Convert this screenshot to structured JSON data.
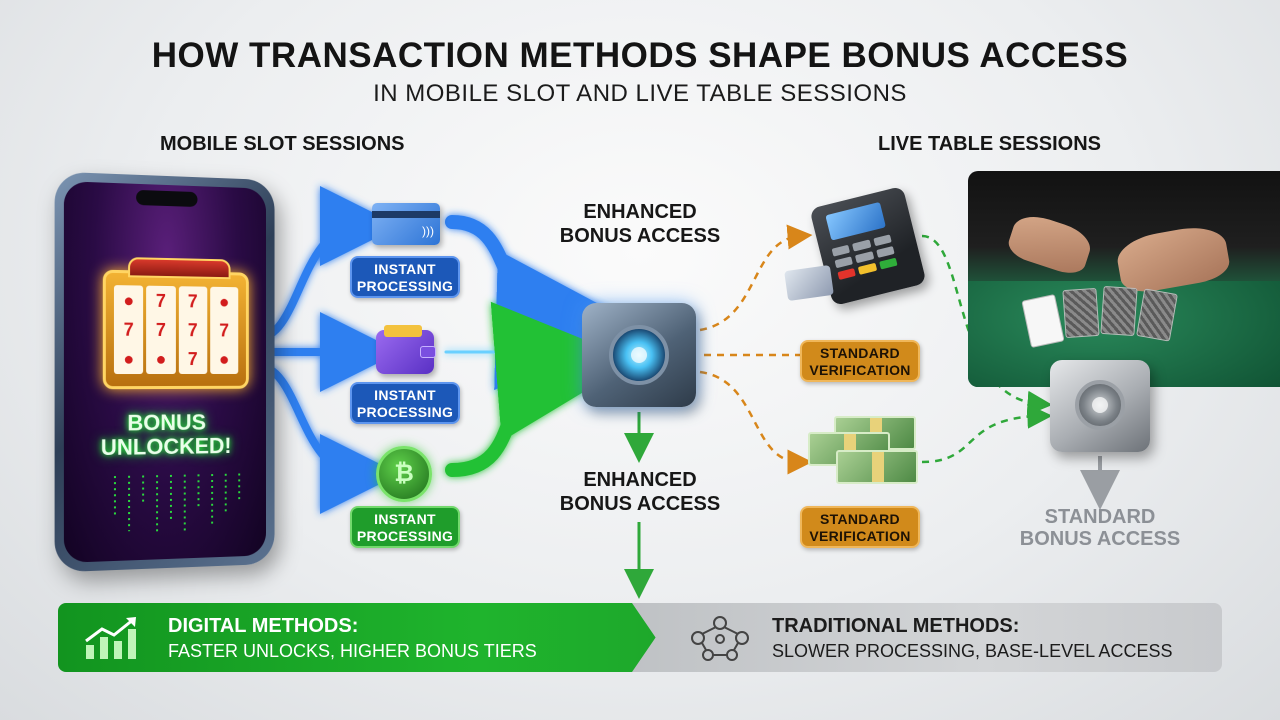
{
  "header": {
    "title": "HOW TRANSACTION METHODS SHAPE BONUS ACCESS",
    "subtitle": "IN MOBILE SLOT AND LIVE TABLE SESSIONS"
  },
  "sections": {
    "mobile": "MOBILE SLOT SESSIONS",
    "live": "LIVE TABLE SESSIONS"
  },
  "phone": {
    "bonus_line1": "BONUS",
    "bonus_line2": "UNLOCKED!",
    "reel_symbol": "7"
  },
  "digital_methods": [
    {
      "icon": "credit-card-icon",
      "label_line1": "INSTANT",
      "label_line2": "PROCESSING",
      "color": "#1c58b8"
    },
    {
      "icon": "wallet-icon",
      "label_line1": "INSTANT",
      "label_line2": "PROCESSING",
      "color": "#1c58b8"
    },
    {
      "icon": "crypto-coin-icon",
      "label_line1": "INSTANT",
      "label_line2": "PROCESSING",
      "color": "#1f9d2b",
      "glyph": "₿"
    }
  ],
  "center": {
    "enhanced_top_line1": "ENHANCED",
    "enhanced_top_line2": "BONUS ACCESS",
    "enhanced_bottom_line1": "ENHANCED",
    "enhanced_bottom_line2": "BONUS ACCESS"
  },
  "traditional_methods": [
    {
      "icon": "card-terminal-icon"
    },
    {
      "icon": "cash-stack-icon"
    }
  ],
  "verification_labels": [
    {
      "line1": "STANDARD",
      "line2": "VERIFICATION"
    },
    {
      "line1": "STANDARD",
      "line2": "VERIFICATION"
    }
  ],
  "standard_access": {
    "line1": "STANDARD",
    "line2": "BONUS ACCESS"
  },
  "banners": {
    "digital": {
      "title": "DIGITAL METHODS:",
      "desc": "FASTER UNLOCKS, HIGHER BONUS TIERS",
      "icon": "growth-chart-icon"
    },
    "traditional": {
      "title": "TRADITIONAL METHODS:",
      "desc": "SLOWER PROCESSING, BASE-LEVEL ACCESS",
      "icon": "network-nodes-icon"
    }
  },
  "colors": {
    "digital_blue": "#2f7ff0",
    "digital_green": "#23c134",
    "traditional_orange": "#d8861a",
    "traditional_green": "#2fa83a",
    "standard_gray": "#8c9096"
  }
}
